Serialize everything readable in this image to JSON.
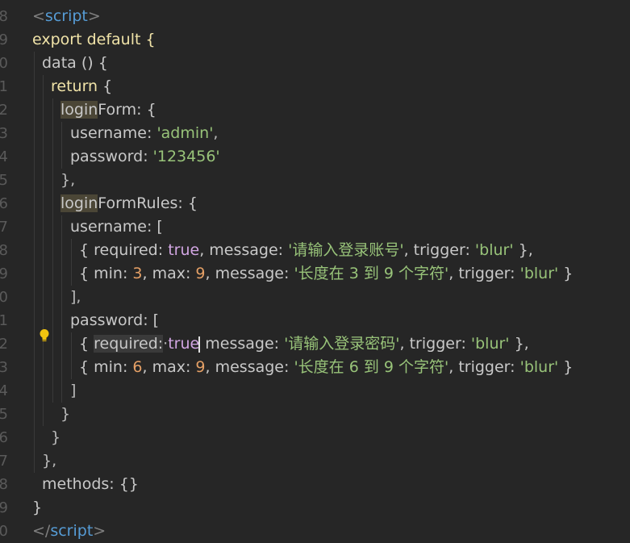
{
  "editor": {
    "gutter": [
      "8",
      "9",
      "0",
      "1",
      "2",
      "3",
      "4",
      "5",
      "6",
      "7",
      "8",
      "9",
      "0",
      "1",
      "2",
      "3",
      "4",
      "5",
      "6",
      "7",
      "8",
      "9",
      "0"
    ],
    "lines": [
      [
        [
          "<",
          "tag"
        ],
        [
          "script",
          "tagname"
        ],
        [
          ">",
          "tag"
        ]
      ],
      [
        [
          "export default {",
          "kw"
        ]
      ],
      [
        [
          "data () {",
          "txt"
        ]
      ],
      [
        [
          "return",
          "kw"
        ],
        [
          " {",
          "txt"
        ]
      ],
      [
        [
          "login",
          "hlword"
        ],
        [
          "Form: {",
          "txt"
        ]
      ],
      [
        [
          "username: ",
          "prop"
        ],
        [
          "'admin'",
          "str"
        ],
        [
          ",",
          "punc"
        ]
      ],
      [
        [
          "password: ",
          "prop"
        ],
        [
          "'123456'",
          "str"
        ]
      ],
      [
        [
          "},",
          "punc"
        ]
      ],
      [
        [
          "login",
          "hlword"
        ],
        [
          "FormRules: {",
          "txt"
        ]
      ],
      [
        [
          "username: [",
          "txt"
        ]
      ],
      [
        [
          "{ required: ",
          "txt"
        ],
        [
          "true",
          "bool"
        ],
        [
          ", message: ",
          "txt"
        ],
        [
          "'请输入登录账号'",
          "str"
        ],
        [
          ", trigger: ",
          "txt"
        ],
        [
          "'blur'",
          "str"
        ],
        [
          " },",
          "txt"
        ]
      ],
      [
        [
          "{ min: ",
          "txt"
        ],
        [
          "3",
          "num"
        ],
        [
          ", max: ",
          "txt"
        ],
        [
          "9",
          "num"
        ],
        [
          ", message: ",
          "txt"
        ],
        [
          "'长度在 3 到 9 个字符'",
          "str"
        ],
        [
          ", trigger: ",
          "txt"
        ],
        [
          "'blur'",
          "str"
        ],
        [
          " }",
          "txt"
        ]
      ],
      [
        [
          "],",
          "punc"
        ]
      ],
      [
        [
          "password: [",
          "txt"
        ]
      ],
      [
        [
          "{ ",
          "txt"
        ],
        [
          "required:",
          "hl2"
        ],
        [
          "·",
          "punc"
        ],
        [
          "true",
          "bool"
        ],
        [
          "",
          "cursor"
        ],
        [
          " message: ",
          "txt"
        ],
        [
          "'请输入登录密码'",
          "str"
        ],
        [
          ", trigger: ",
          "txt"
        ],
        [
          "'blur'",
          "str"
        ],
        [
          " },",
          "txt"
        ]
      ],
      [
        [
          "{ min: ",
          "txt"
        ],
        [
          "6",
          "num"
        ],
        [
          ", max: ",
          "txt"
        ],
        [
          "9",
          "num"
        ],
        [
          ", message: ",
          "txt"
        ],
        [
          "'长度在 6 到 9 个字符'",
          "str"
        ],
        [
          ", trigger: ",
          "txt"
        ],
        [
          "'blur'",
          "str"
        ],
        [
          " }",
          "txt"
        ]
      ],
      [
        [
          "]",
          "punc"
        ]
      ],
      [
        [
          "}",
          "punc"
        ]
      ],
      [
        [
          "}",
          "punc"
        ]
      ],
      [
        [
          "},",
          "punc"
        ]
      ],
      [
        [
          "methods: {}",
          "txt"
        ]
      ],
      [
        [
          "}",
          "txt"
        ]
      ],
      [
        [
          "</",
          "tag"
        ],
        [
          "script",
          "tagname"
        ],
        [
          ">",
          "tag"
        ]
      ]
    ]
  },
  "colors": {
    "background": "#262626",
    "keyword": "#f0e3a8",
    "string": "#98c379",
    "number": "#e5a066",
    "boolean": "#d2a6e3",
    "tag_name": "#569cd6"
  },
  "lightbulb_icon": "lightbulb-icon"
}
